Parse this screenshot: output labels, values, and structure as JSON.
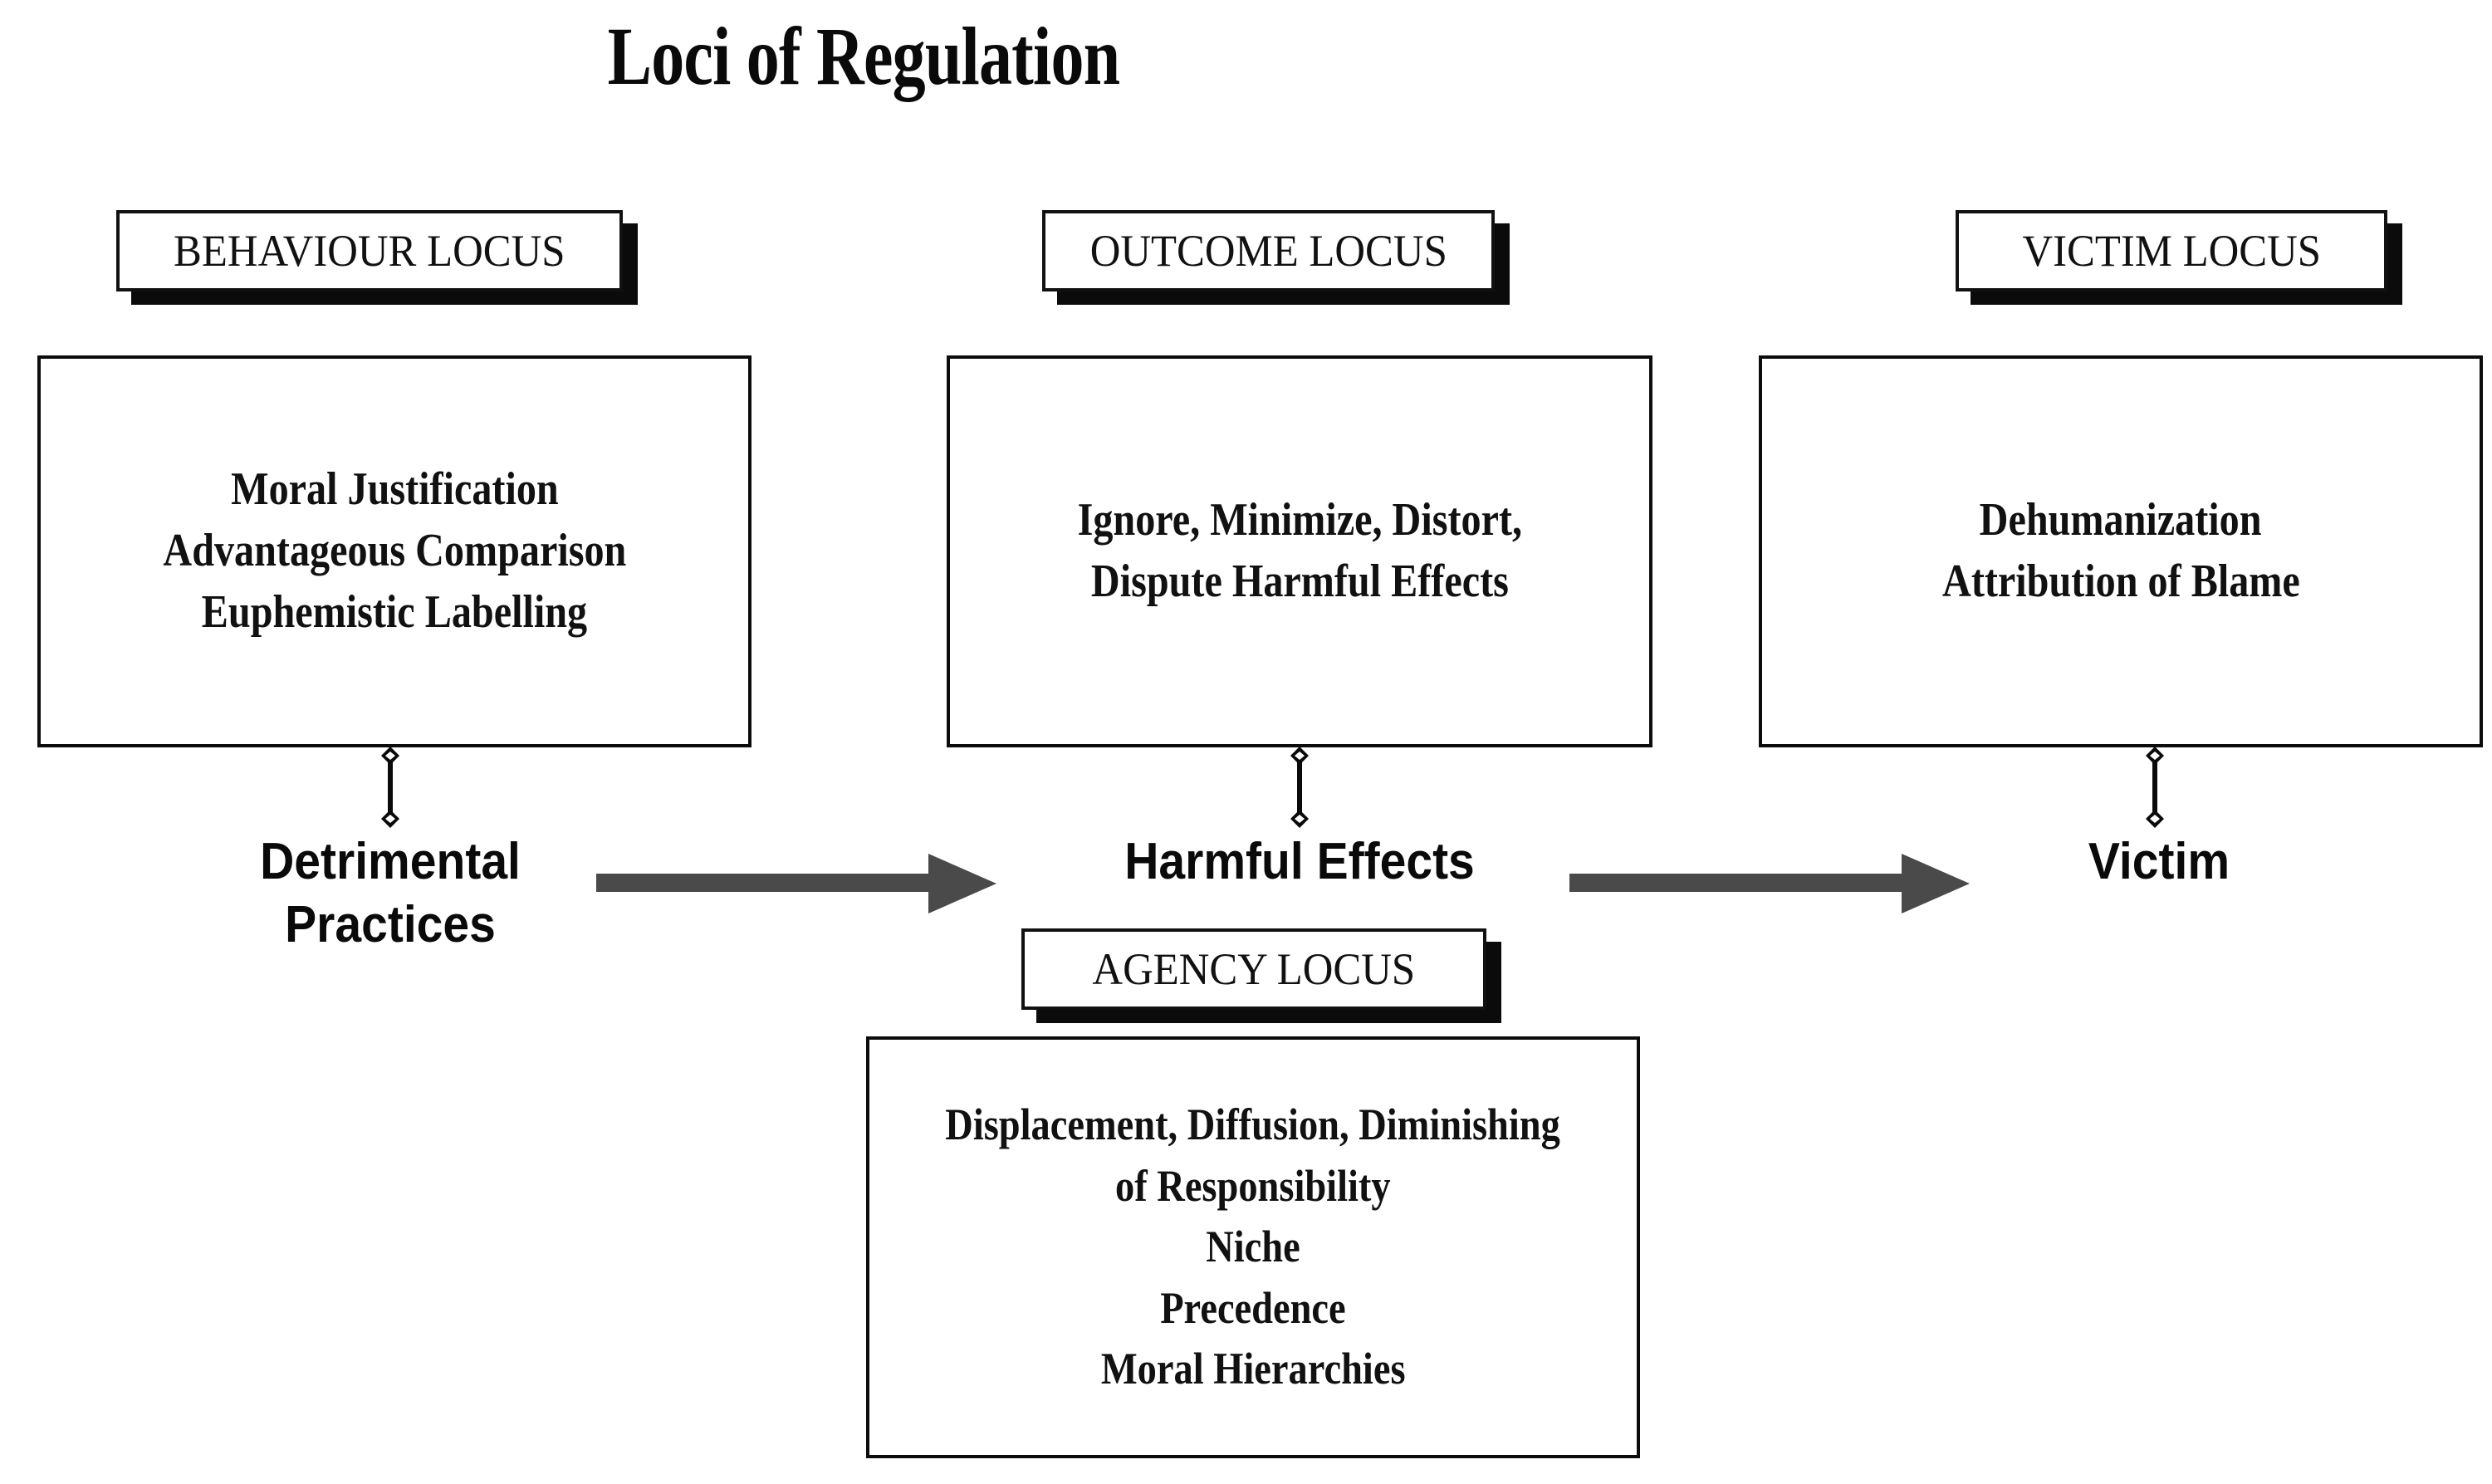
{
  "title": "Loci of Regulation",
  "colors": {
    "ink": "#111111",
    "arrow": "#4a4a4a",
    "shadow": "#0b0b0b",
    "background": "#ffffff"
  },
  "columns": [
    {
      "key": "behaviour",
      "tag_label": "BEHAVIOUR LOCUS",
      "items": [
        "Moral  Justification",
        "Advantageous  Comparison",
        "Euphemistic  Labelling"
      ],
      "node_label": "Detrimental\nPractices"
    },
    {
      "key": "outcome",
      "tag_label": "OUTCOME LOCUS",
      "items": [
        "Ignore, Minimize,  Distort,",
        "Dispute  Harmful  Effects"
      ],
      "node_label": "Harmful Effects"
    },
    {
      "key": "victim",
      "tag_label": "VICTIM LOCUS",
      "items": [
        "Dehumanization",
        "Attribution  of Blame"
      ],
      "node_label": "Victim"
    }
  ],
  "agency": {
    "key": "agency",
    "tag_label": "AGENCY LOCUS",
    "items": [
      "Displacement, Diffusion, Diminishing",
      "of Responsibility",
      "Niche",
      "Precedence",
      "Moral  Hierarchies"
    ]
  },
  "node_labels": {
    "detrimental_line1": "Detrimental",
    "detrimental_line2": "Practices",
    "harmful_effects": "Harmful Effects",
    "victim": "Victim"
  },
  "arrows": [
    {
      "name": "arrow-practices-to-effects",
      "from": "Detrimental Practices",
      "to": "Harmful Effects"
    },
    {
      "name": "arrow-effects-to-victim",
      "from": "Harmful Effects",
      "to": "Victim"
    }
  ],
  "connectors": [
    {
      "name": "connector-behaviour",
      "from": "BEHAVIOUR LOCUS box",
      "to": "Detrimental Practices"
    },
    {
      "name": "connector-outcome",
      "from": "OUTCOME LOCUS box",
      "to": "Harmful Effects"
    },
    {
      "name": "connector-victim",
      "from": "VICTIM LOCUS box",
      "to": "Victim"
    }
  ]
}
